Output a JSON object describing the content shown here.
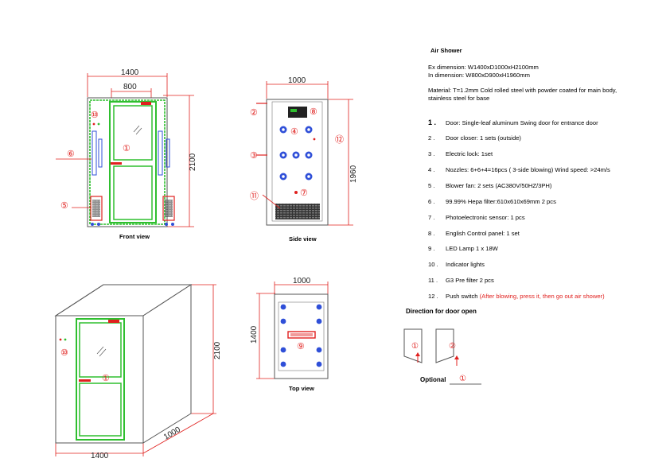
{
  "spec": {
    "title": "Air Shower",
    "ex_dimension": "Ex dimension: W1400xD1000xH2100mm",
    "in_dimension": "In dimension: W800xD900xH1960mm",
    "material_1": "Material: T=1.2mm Cold rolled steel with powder coated for main body,",
    "material_2": "stainless steel for base"
  },
  "items": [
    {
      "num": "1 .",
      "text": "Door: Single-leaf aluminum Swing door for entrance door"
    },
    {
      "num": "2 .",
      "text": "Door closer: 1 sets (outside)"
    },
    {
      "num": "3 .",
      "text": "Electric lock: 1set"
    },
    {
      "num": "4 .",
      "text": "Nozzles: 6+6+4=16pcs ( 3-side blowing)  Wind speed: >24m/s"
    },
    {
      "num": "5 .",
      "text": "Blower fan:     2 sets    (AC380V/50HZ/3PH)"
    },
    {
      "num": "6 .",
      "text": "99.99% Hepa filter:610x610x69mm 2 pcs"
    },
    {
      "num": "7 .",
      "text": "Photoelectronic sensor: 1 pcs"
    },
    {
      "num": "8 .",
      "text": "English Control  panel: 1 set"
    },
    {
      "num": "9 .",
      "text": "LED Lamp  1 x 18W"
    },
    {
      "num": "10 .",
      "text": "Indicator lights"
    },
    {
      "num": "11 .",
      "text": "G3 Pre filter  2 pcs"
    },
    {
      "num": "12 .",
      "text": "Push  switch",
      "note": "(After blowing, press it, then go out air shower)"
    }
  ],
  "direction": {
    "title": "Direction for door open",
    "optional_label": "Optional",
    "optional_value": "①",
    "door_a": "①",
    "door_b": "②"
  },
  "views": {
    "front": "Front view",
    "side": "Side view",
    "top": "Top view"
  },
  "dims": {
    "front_width": "1400",
    "front_door_width": "800",
    "front_height": "2100",
    "side_depth": "1000",
    "side_inner_height": "1960",
    "top_depth": "1000",
    "top_width": "1400",
    "iso_height": "2100",
    "iso_depth": "1000",
    "iso_width": "1400"
  },
  "callouts": {
    "c1": "①",
    "c2": "②",
    "c3": "③",
    "c4": "④",
    "c5": "⑤",
    "c6": "⑥",
    "c7": "⑦",
    "c8": "⑧",
    "c9": "⑨",
    "c10": "⑩",
    "c11": "⑪",
    "c12": "⑫"
  },
  "colors": {
    "outline": "#555555",
    "door_green": "#2fbf2f",
    "dim_red": "#e0201e",
    "nozzle_blue": "#2f4fd8"
  }
}
